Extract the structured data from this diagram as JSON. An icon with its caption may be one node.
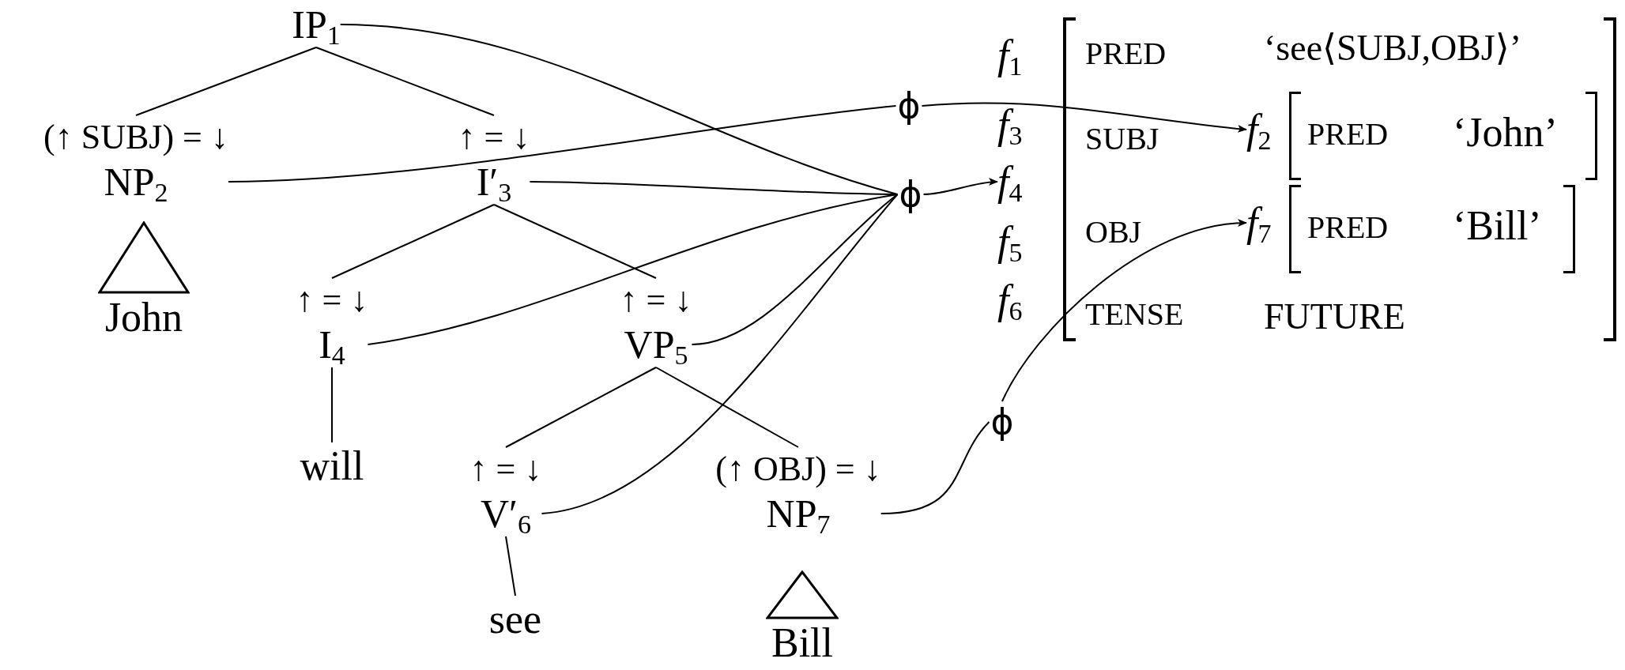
{
  "diagram": {
    "nodes": [
      {
        "text": [
          "IP$_{1}$"
        ]
      },
      {
        "text": [
          "(↑ SUBJ) = ↓",
          "NP$_{2}$"
        ]
      },
      {
        "text": [],
        "shape": "triangle",
        "beside": [
          "John"
        ]
      },
      {
        "text": [
          "↑ = ↓",
          "I′$_{3}$"
        ]
      },
      {
        "text": [
          "↑ = ↓",
          "I$_{4}$"
        ]
      },
      {
        "text": [
          "↑ = ↓",
          "VP$_{5}$"
        ]
      },
      {
        "text": [
          "will"
        ]
      },
      {
        "text": [
          "↑ = ↓",
          "V′$_{6}$"
        ]
      },
      {
        "text": [
          "(↑ OBJ) = ↓",
          "NP$_{7}$"
        ]
      },
      {
        "text": [
          "see"
        ]
      },
      {
        "text": [],
        "shape": "triangle",
        "beside": [
          "Bill"
        ]
      },
      {
        "text": [
          "ϕ"
        ]
      },
      {
        "text": [
          "ϕ"
        ]
      },
      {
        "text": [
          "ϕ"
        ]
      },
      {
        "text": [
          "f$_{1}$"
        ]
      },
      {
        "text": [
          "f$_{3}$"
        ]
      },
      {
        "text": [
          "f$_{4}$"
        ]
      },
      {
        "text": [
          "f$_{5}$"
        ]
      },
      {
        "text": [
          "f$_{6}$"
        ]
      },
      {
        "text": [
          "PRED",
          "‘see⟨SUBJ,OBJ⟩’",
          "SUBJ",
          "OBJ",
          "TENSE",
          "FUTURE"
        ]
      },
      {
        "text": [
          "f$_{2}$"
        ],
        "in": 19
      },
      {
        "text": [
          "PRED",
          "‘John’"
        ],
        "in": 19
      },
      {
        "text": [
          "f$_{7}$"
        ],
        "in": 19
      },
      {
        "text": [
          "PRED",
          "‘Bill’"
        ],
        "in": 19
      }
    ],
    "edges": [
      {
        "from": 0,
        "to": 1,
        "arrow": "none"
      },
      {
        "from": 0,
        "to": 3,
        "arrow": "none"
      },
      {
        "from": 3,
        "to": 4,
        "arrow": "none"
      },
      {
        "from": 3,
        "to": 5,
        "arrow": "none"
      },
      {
        "from": 4,
        "to": 6,
        "arrow": "none"
      },
      {
        "from": 5,
        "to": 7,
        "arrow": "none"
      },
      {
        "from": 5,
        "to": 8,
        "arrow": "none"
      },
      {
        "from": 7,
        "to": 9,
        "arrow": "none"
      },
      {
        "from": 0,
        "to": 12,
        "arrow": "none"
      },
      {
        "from": 1,
        "to": 11,
        "arrow": "none"
      },
      {
        "from": 11,
        "to": 20,
        "arrow": "to"
      },
      {
        "from": 3,
        "to": 12,
        "arrow": "none"
      },
      {
        "from": 4,
        "to": 12,
        "arrow": "none"
      },
      {
        "from": 5,
        "to": 12,
        "arrow": "none"
      },
      {
        "from": 7,
        "to": 12,
        "arrow": "none"
      },
      {
        "from": 12,
        "to": 16,
        "arrow": "to"
      },
      {
        "from": 8,
        "to": 13,
        "arrow": "none"
      },
      {
        "from": 13,
        "to": 22,
        "arrow": "to"
      }
    ]
  }
}
